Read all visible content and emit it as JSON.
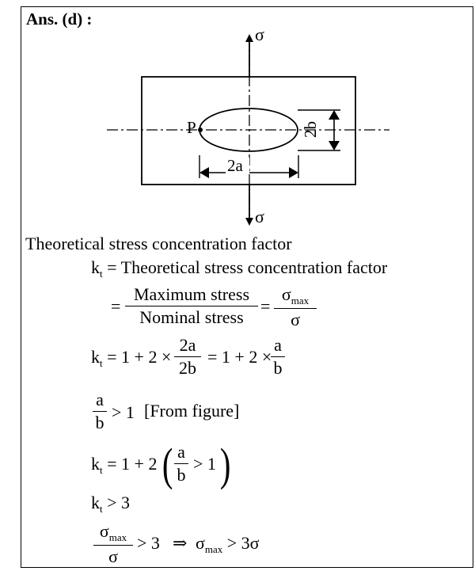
{
  "header": {
    "answer_label": "Ans. (d) :"
  },
  "figure": {
    "sigma_top": "σ",
    "sigma_bottom": "σ",
    "point_label": "P",
    "width_label": "2a",
    "height_label": "2b"
  },
  "text": {
    "intro": "Theoretical stress concentration factor",
    "kt": "k",
    "kt_sub": "t",
    "line1_rhs": " = Theoretical stress concentration factor",
    "eq": "=",
    "max_stress": "Maximum stress",
    "nominal_stress": "Nominal stress",
    "sigma": "σ",
    "max_sub": "max",
    "line3_mid": " = 1 + 2 ×",
    "two_a": "2a",
    "two_b": "2b",
    "line3_mid2": "= 1 + 2 ×",
    "a": "a",
    "b": "b",
    "gt1": "> 1",
    "from_figure": "[From figure]",
    "line5_lhs": " =  1 + 2",
    "lparen": "(",
    "rparen": ")",
    "line6": " > 3",
    "gt3": "> 3",
    "implies": "⇒",
    "gt_3sigma": "> 3σ"
  }
}
